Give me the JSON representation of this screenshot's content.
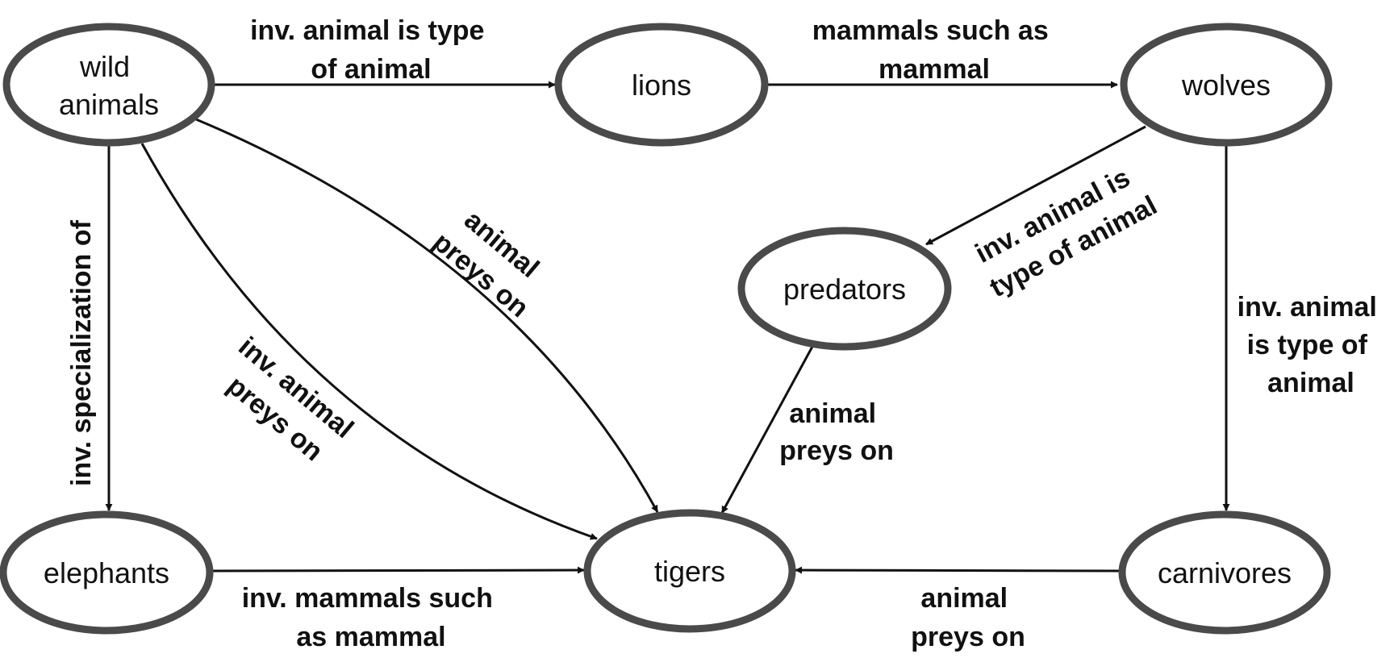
{
  "nodes": {
    "wild_animals": [
      "wild",
      "animals"
    ],
    "lions": [
      "lions"
    ],
    "wolves": [
      "wolves"
    ],
    "predators": [
      "predators"
    ],
    "elephants": [
      "elephants"
    ],
    "tigers": [
      "tigers"
    ],
    "carnivores": [
      "carnivores"
    ]
  },
  "edges": {
    "wild_to_lions": [
      "inv. animal is type",
      "of animal"
    ],
    "lions_to_wolves": [
      "mammals such as",
      "mammal"
    ],
    "wolves_to_predators": [
      "inv. animal is",
      "type of animal"
    ],
    "wolves_to_carnivores": [
      "inv. animal",
      "is type of",
      "animal"
    ],
    "wild_to_elephants": [
      "inv. specialization of"
    ],
    "wild_to_tigers_outer": [
      "animal",
      "preys on"
    ],
    "wild_to_tigers_inner": [
      "inv. animal",
      "preys on"
    ],
    "predators_to_tigers": [
      "animal",
      "preys on"
    ],
    "elephants_to_tigers": [
      "inv. mammals such",
      "as mammal"
    ],
    "carnivores_to_tigers": [
      "animal",
      "preys on"
    ]
  },
  "colors": {
    "node_border": "#4a4a4a",
    "line": "#111111",
    "background": "#ffffff"
  }
}
